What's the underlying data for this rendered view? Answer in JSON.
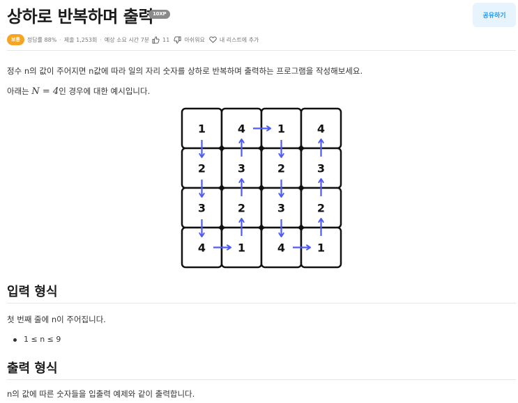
{
  "problem": {
    "title": "상하로 반복하며 출력",
    "xp_badge": "10XP",
    "share_label": "공유하기"
  },
  "meta": {
    "level": "보통",
    "accuracy": "정답률 88%",
    "submissions": "제출 1,253회",
    "estimated_time": "예상 소요 시간 7분",
    "likes": "11",
    "dislike_label": "아쉬워요",
    "add_list_label": "내 리스트에 추가"
  },
  "description": {
    "line1": "정수 n의 값이 주어지면 n값에 따라 일의 자리 숫자를 상하로 반복하며 출력하는 프로그램을 작성해보세요.",
    "line2_prefix": "아래는 ",
    "line2_math": "N = 4",
    "line2_suffix": "인 경우에 대한 예시입니다."
  },
  "example_grid": {
    "rows": [
      [
        "1",
        "4",
        "1",
        "4"
      ],
      [
        "2",
        "3",
        "2",
        "3"
      ],
      [
        "3",
        "2",
        "3",
        "2"
      ],
      [
        "4",
        "1",
        "4",
        "1"
      ]
    ],
    "arrow_color": "#4f5bf5"
  },
  "input_section": {
    "title": "입력 형식",
    "text": "첫 번째 줄에 n이 주어집니다.",
    "bullets": [
      "1 ≤ n ≤ 9"
    ]
  },
  "output_section": {
    "title": "출력 형식",
    "text": "n의 값에 따른 숫자들을 입출력 예제와 같이 출력합니다."
  },
  "colors": {
    "accent": "#1b9af5",
    "level_badge": "#f5a524"
  }
}
